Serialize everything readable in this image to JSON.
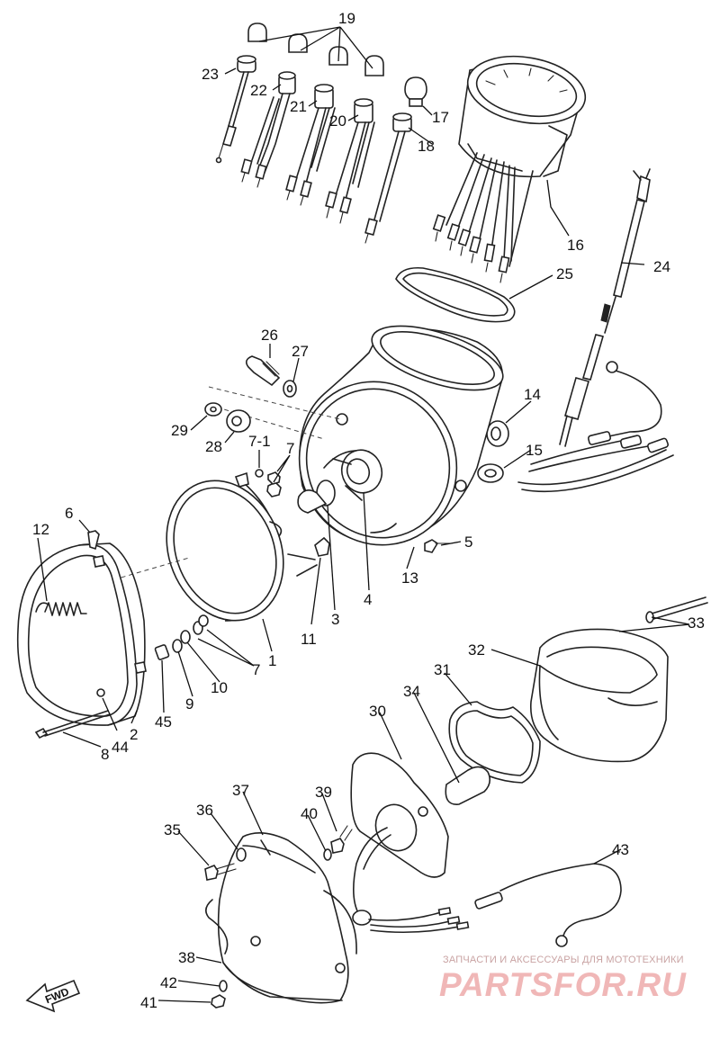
{
  "callouts": [
    {
      "id": "p19",
      "text": "19"
    },
    {
      "id": "p23",
      "text": "23"
    },
    {
      "id": "p22",
      "text": "22"
    },
    {
      "id": "p21",
      "text": "21"
    },
    {
      "id": "p20",
      "text": "20"
    },
    {
      "id": "p17",
      "text": "17"
    },
    {
      "id": "p18",
      "text": "18"
    },
    {
      "id": "p16",
      "text": "16"
    },
    {
      "id": "p24",
      "text": "24"
    },
    {
      "id": "p25",
      "text": "25"
    },
    {
      "id": "p26",
      "text": "26"
    },
    {
      "id": "p27",
      "text": "27"
    },
    {
      "id": "p29",
      "text": "29"
    },
    {
      "id": "p28",
      "text": "28"
    },
    {
      "id": "p7-1",
      "text": "7-1"
    },
    {
      "id": "p7a",
      "text": "7"
    },
    {
      "id": "p14",
      "text": "14"
    },
    {
      "id": "p15",
      "text": "15"
    },
    {
      "id": "p6",
      "text": "6"
    },
    {
      "id": "p12",
      "text": "12"
    },
    {
      "id": "p5",
      "text": "5"
    },
    {
      "id": "p13",
      "text": "13"
    },
    {
      "id": "p4",
      "text": "4"
    },
    {
      "id": "p3",
      "text": "3"
    },
    {
      "id": "p11",
      "text": "11"
    },
    {
      "id": "p1",
      "text": "1"
    },
    {
      "id": "p7b",
      "text": "7"
    },
    {
      "id": "p10",
      "text": "10"
    },
    {
      "id": "p9",
      "text": "9"
    },
    {
      "id": "p45",
      "text": "45"
    },
    {
      "id": "p2",
      "text": "2"
    },
    {
      "id": "p44",
      "text": "44"
    },
    {
      "id": "p8",
      "text": "8"
    },
    {
      "id": "p33",
      "text": "33"
    },
    {
      "id": "p32",
      "text": "32"
    },
    {
      "id": "p31",
      "text": "31"
    },
    {
      "id": "p34",
      "text": "34"
    },
    {
      "id": "p30",
      "text": "30"
    },
    {
      "id": "p37",
      "text": "37"
    },
    {
      "id": "p36",
      "text": "36"
    },
    {
      "id": "p35",
      "text": "35"
    },
    {
      "id": "p39",
      "text": "39"
    },
    {
      "id": "p40",
      "text": "40"
    },
    {
      "id": "p43",
      "text": "43"
    },
    {
      "id": "p38",
      "text": "38"
    },
    {
      "id": "p42",
      "text": "42"
    },
    {
      "id": "p41",
      "text": "41"
    }
  ],
  "direction_marker": "FWD",
  "watermark": {
    "tagline": "ЗАПЧАСТИ И АКСЕССУАРЫ ДЛЯ МОТОТЕХНИКИ",
    "logo": "PARTSFOR.RU"
  },
  "colors": {
    "line": "#222222",
    "watermark_text": "#c9a3a3",
    "watermark_logo": "#f0b7b7"
  }
}
